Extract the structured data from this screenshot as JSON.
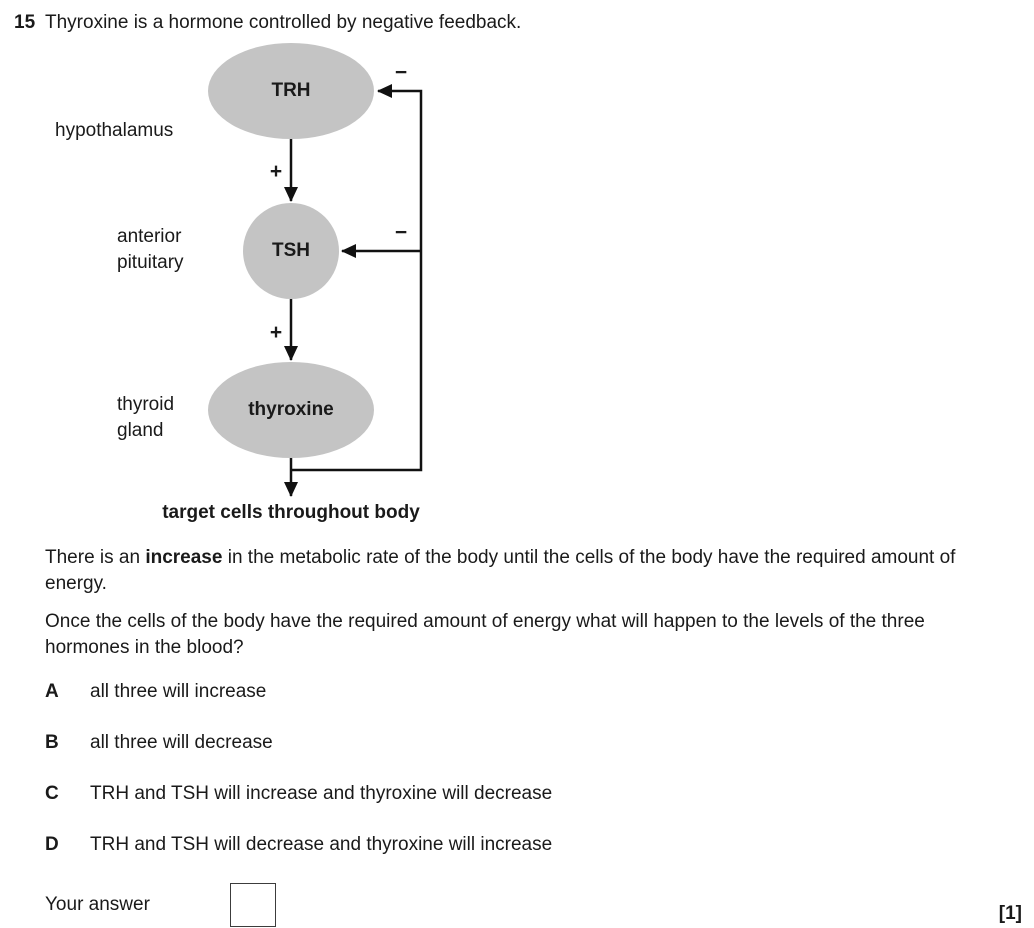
{
  "question": {
    "number": "15",
    "stem": "Thyroxine is a hormone controlled by negative feedback."
  },
  "diagram": {
    "organs": {
      "hypothalamus": "hypothalamus",
      "anterior_pituitary": "anterior\npituitary",
      "thyroid_gland": "thyroid\ngland"
    },
    "nodes": {
      "trh": "TRH",
      "tsh": "TSH",
      "thyroxine": "thyroxine"
    },
    "signs": {
      "plus_trh_to_tsh": "+",
      "plus_tsh_to_thyroxine": "+",
      "minus_feedback_trh": "−",
      "minus_feedback_tsh": "−"
    },
    "target_label": "target cells throughout body"
  },
  "paragraphs": {
    "p1_pre": "There is an ",
    "p1_bold": "increase",
    "p1_post": " in the metabolic rate of the body until the cells of the body have the required amount of energy.",
    "p2": "Once the cells of the body have the required amount of energy what will happen to the levels of the three hormones in the blood?"
  },
  "options": [
    {
      "letter": "A",
      "text": "all three will increase"
    },
    {
      "letter": "B",
      "text": "all three will decrease"
    },
    {
      "letter": "C",
      "text": "TRH and TSH will increase and thyroxine will decrease"
    },
    {
      "letter": "D",
      "text": "TRH and TSH will decrease and thyroxine will increase"
    }
  ],
  "answer": {
    "label": "Your answer",
    "value": ""
  },
  "marks": "[1]",
  "colors": {
    "node_fill": "#c4c4c4",
    "line": "#111111",
    "text": "#1a1a1a"
  }
}
